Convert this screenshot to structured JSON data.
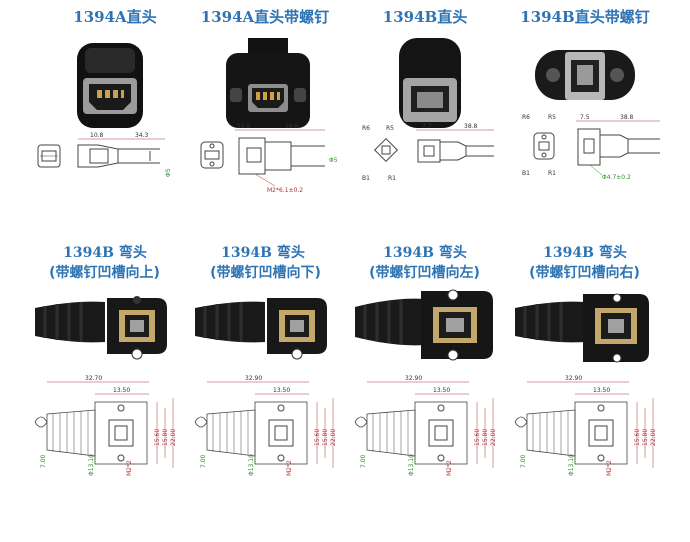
{
  "top_row": [
    {
      "title": "1394A直头",
      "dims": {
        "a": "10.8",
        "b": "34.3",
        "c": "Φ5"
      }
    },
    {
      "title": "1394A直头带螺钉",
      "dims": {
        "a": "10.8",
        "b": "39.8",
        "c": "M2*6.1±0.2",
        "d": "Φ5"
      }
    },
    {
      "title": "1394B直头",
      "dims": {
        "a": "7.7",
        "b": "38.8",
        "pins": [
          "R6",
          "R5",
          "B1",
          "R1"
        ]
      }
    },
    {
      "title": "1394B直头带螺钉",
      "dims": {
        "a": "7.5",
        "b": "38.8",
        "c": "Φ4.7±0.2",
        "pins": [
          "R6",
          "R5",
          "B1",
          "R1"
        ]
      }
    }
  ],
  "bottom_row": [
    {
      "title": "1394B 弯头",
      "subtitle": "(带螺钉凹槽向上)",
      "dims": {
        "len": "32.70",
        "w": "13.50",
        "h1": "15.60",
        "h2": "15.80",
        "h3": "22.00",
        "d": "Φ13.10",
        "m": "M2*2",
        "t": "7.00"
      }
    },
    {
      "title": "1394B 弯头",
      "subtitle": "(带螺钉凹槽向下)",
      "dims": {
        "len": "32.90",
        "w": "13.50",
        "h1": "15.60",
        "h2": "15.80",
        "h3": "22.00",
        "d": "Φ13.10",
        "m": "M2*2",
        "t": "7.00"
      }
    },
    {
      "title": "1394B 弯头",
      "subtitle": "(带螺钉凹槽向左)",
      "dims": {
        "len": "32.90",
        "w": "13.50",
        "h1": "15.60",
        "h2": "15.80",
        "h3": "22.00",
        "d": "Φ13.10",
        "m": "M2*2",
        "t": "7.00"
      }
    },
    {
      "title": "1394B 弯头",
      "subtitle": "(带螺钉凹槽向右)",
      "dims": {
        "len": "32.90",
        "w": "13.50",
        "h1": "15.60",
        "h2": "15.80",
        "h3": "22.00",
        "d": "Φ13.10",
        "m": "M2*2",
        "t": "7.00"
      }
    }
  ]
}
